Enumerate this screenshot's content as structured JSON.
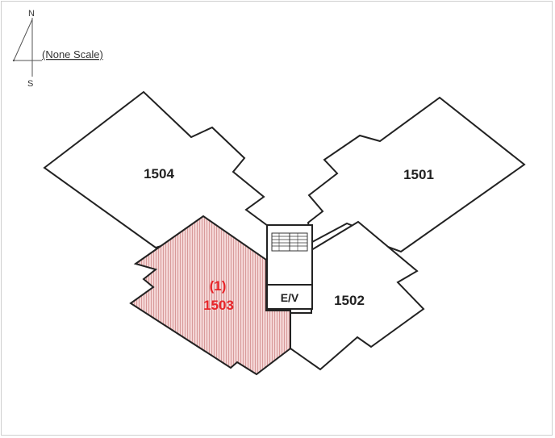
{
  "compass": {
    "north": "N",
    "south": "S",
    "scale_note": "(None Scale)"
  },
  "units": [
    {
      "id": "1504",
      "label": "1504",
      "highlighted": false
    },
    {
      "id": "1501",
      "label": "1501",
      "highlighted": false
    },
    {
      "id": "1502",
      "label": "1502",
      "highlighted": false
    },
    {
      "id": "1503",
      "label": "1503",
      "marker": "(1)",
      "highlighted": true
    }
  ],
  "core": {
    "elevator_label": "E/V",
    "stair_icon": "stair-icon"
  },
  "colors": {
    "outline": "#222222",
    "highlight_fill": "#f3d3d3",
    "highlight_hatch": "#d48a8a",
    "highlight_text": "#e8262a",
    "text": "#222222",
    "frame": "#cfcfcf"
  }
}
